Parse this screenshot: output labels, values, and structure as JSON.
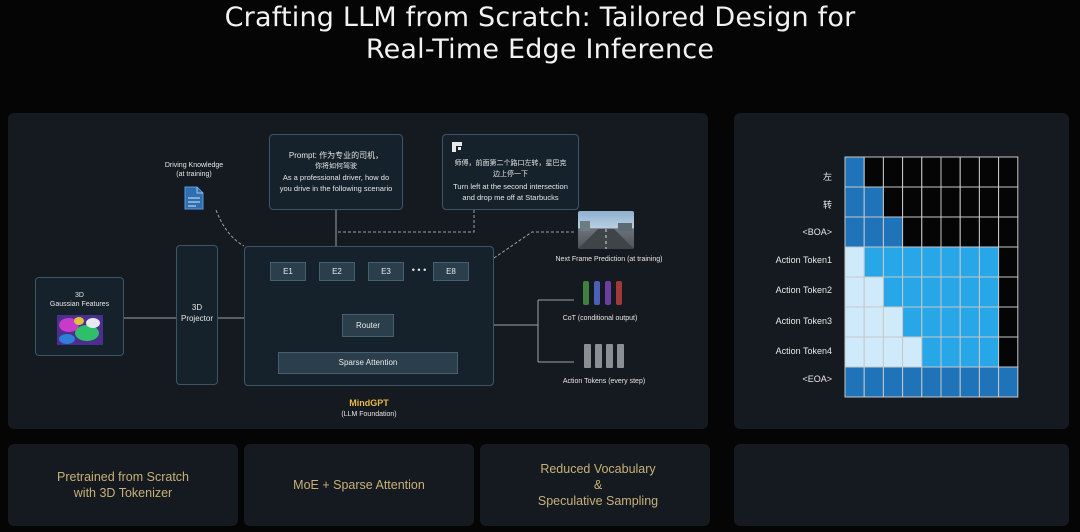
{
  "title": {
    "line1": "Crafting LLM from Scratch: Tailored Design for",
    "line2": "Real-Time Edge Inference"
  },
  "diagram": {
    "driving_knowledge": "Driving Knowledge",
    "driving_knowledge_sub": "(at training)",
    "prompt_line1": "Prompt: 作为专业的司机，",
    "prompt_line2": "你将如何驾驶",
    "prompt_line3": "As a professional driver, how do",
    "prompt_line4": "you drive in the following scenario",
    "instr_line1": "师傅，前面第二个路口左转，星巴克",
    "instr_line2": "边上停一下",
    "instr_line3": "Turn left at the second intersection",
    "instr_line4": "and drop me off at Starbucks",
    "next_frame": "Next Frame Prediction (at training)",
    "gaussian_line1": "3D",
    "gaussian_line2": "Gaussian Features",
    "projector_line1": "3D",
    "projector_line2": "Projector",
    "experts": [
      "E1",
      "E2",
      "E3",
      "E8"
    ],
    "ellipsis": "• • •",
    "router": "Router",
    "sparse_attention": "Sparse Attention",
    "model_name": "MindGPT",
    "model_sub": "(LLM Foundation)",
    "cot": "CoT (conditional output)",
    "action_tokens": "Action Tokens (every step)",
    "cot_colors": [
      "#3f7f3f",
      "#4a5fb5",
      "#6a3fa0",
      "#a03a3a"
    ]
  },
  "matrix": {
    "row_labels": [
      "左",
      "转",
      "<BOA>",
      "Action Token1",
      "Action Token2",
      "Action Token3",
      "Action Token4",
      "<EOA>"
    ],
    "colors": {
      "black": "#050505",
      "dark": "#1f73b8",
      "bright": "#27a6e8",
      "pale": "#cfeafa"
    },
    "rows": [
      "dkkkkkkkk",
      "ddkkkkkkk",
      "dddkkkkkk",
      "pbbbbbbbk",
      "ppbbbbbbk",
      "pppbbbbbk",
      "ppppbbbbk",
      "ddddddddd"
    ]
  },
  "bottom": {
    "item1_line1": "Pretrained from Scratch",
    "item1_line2": "with 3D Tokenizer",
    "item2": "MoE + Sparse Attention",
    "item3_line1": "Reduced Vocabulary",
    "item3_line2": "&",
    "item3_line3": "Speculative Sampling"
  }
}
